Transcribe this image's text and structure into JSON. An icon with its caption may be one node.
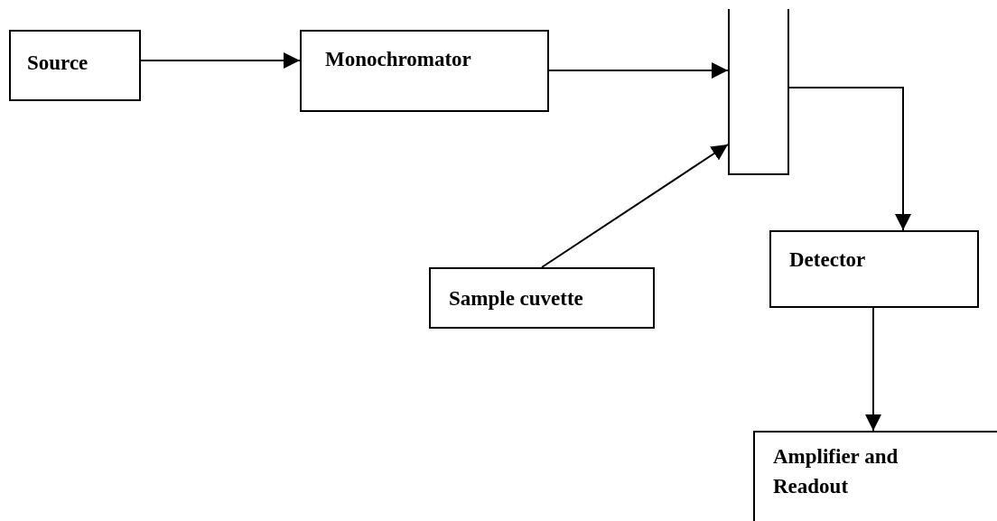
{
  "diagram": {
    "nodes": [
      {
        "text": [
          "Source"
        ]
      },
      {
        "text": [
          "Monochromator"
        ]
      },
      {
        "text": [],
        "shape": "box"
      },
      {
        "text": [
          "Sample cuvette"
        ]
      },
      {
        "text": [
          "Detector"
        ]
      },
      {
        "text": [
          "Amplifier and Readout"
        ]
      }
    ],
    "edges": [
      {
        "from": 0,
        "to": 1,
        "arrow": "to"
      },
      {
        "from": 1,
        "to": 2,
        "arrow": "to"
      },
      {
        "from": 3,
        "to": 2,
        "arrow": "to"
      },
      {
        "from": 2,
        "to": 4,
        "arrow": "to"
      },
      {
        "from": 4,
        "to": 5,
        "arrow": "to"
      }
    ]
  }
}
